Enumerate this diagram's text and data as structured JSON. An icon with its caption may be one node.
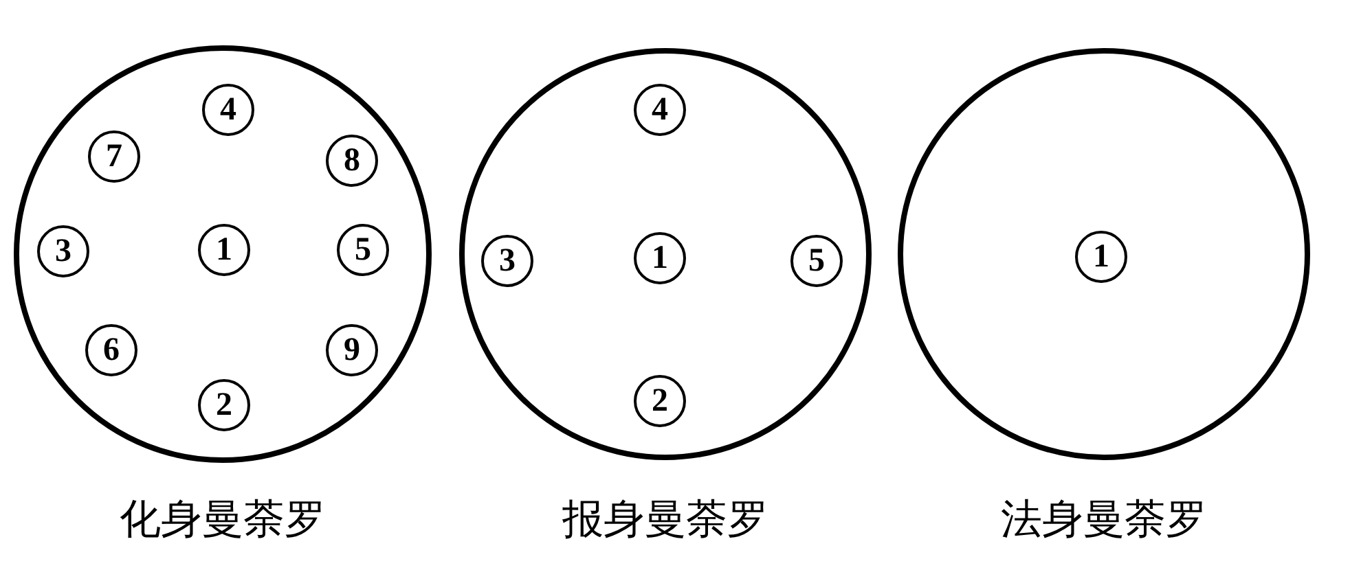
{
  "diagram": {
    "nodes": [
      {
        "text": [],
        "shape": "circle",
        "beside": [
          "化身曼荼罗"
        ]
      },
      {
        "text": [
          "4"
        ],
        "in": 0
      },
      {
        "text": [
          "7"
        ],
        "in": 0
      },
      {
        "text": [
          "8"
        ],
        "in": 0
      },
      {
        "text": [
          "3"
        ],
        "in": 0
      },
      {
        "text": [
          "1"
        ],
        "in": 0
      },
      {
        "text": [
          "5"
        ],
        "in": 0
      },
      {
        "text": [
          "6"
        ],
        "in": 0
      },
      {
        "text": [
          "9"
        ],
        "in": 0
      },
      {
        "text": [
          "2"
        ],
        "in": 0
      },
      {
        "text": [],
        "shape": "circle",
        "beside": [
          "报身曼荼罗"
        ]
      },
      {
        "text": [
          "4"
        ],
        "in": 10
      },
      {
        "text": [
          "3"
        ],
        "in": 10
      },
      {
        "text": [
          "1"
        ],
        "in": 10
      },
      {
        "text": [
          "5"
        ],
        "in": 10
      },
      {
        "text": [
          "2"
        ],
        "in": 10
      },
      {
        "text": [],
        "shape": "circle",
        "beside": [
          "法身曼荼罗"
        ]
      },
      {
        "text": [
          "1"
        ],
        "in": 16
      }
    ]
  }
}
